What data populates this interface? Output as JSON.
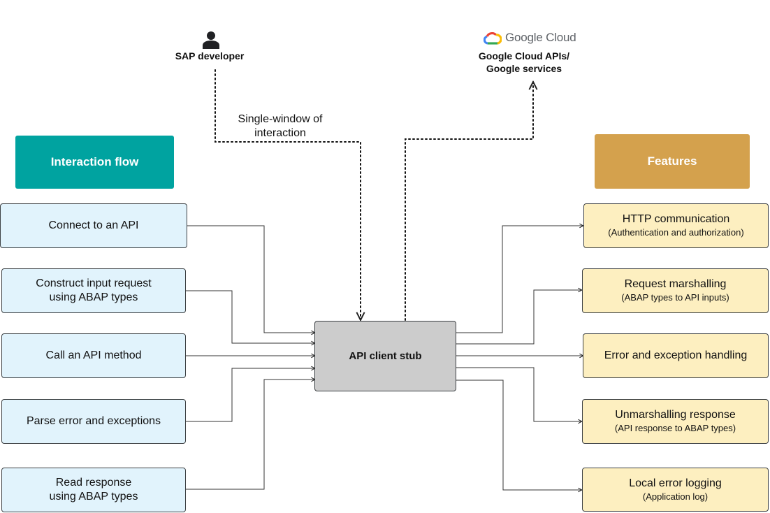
{
  "actors": {
    "developer": {
      "label": "SAP developer",
      "icon": "person-icon"
    },
    "cloud": {
      "logo_text": "Google Cloud",
      "label_line1": "Google Cloud APIs/",
      "label_line2": "Google services",
      "icon": "google-cloud-logo-icon"
    }
  },
  "interaction_note": "Single-window of\ninteraction",
  "headers": {
    "interaction_flow": "Interaction flow",
    "features": "Features"
  },
  "colors": {
    "interaction_flow_header": "#00a3a0",
    "features_header": "#d4a14d",
    "flow_box_fill": "#e1f3fc",
    "feature_box_fill": "#fdefc0",
    "stub_fill": "#cccccc"
  },
  "hub": {
    "label": "API client stub"
  },
  "interaction_flow": [
    {
      "label": "Connect to an API"
    },
    {
      "label": "Construct input request\nusing ABAP types"
    },
    {
      "label": "Call an API method"
    },
    {
      "label": "Parse error and exceptions"
    },
    {
      "label": "Read response\nusing ABAP types"
    }
  ],
  "features": [
    {
      "label": "HTTP communication",
      "sub": "(Authentication and authorization)"
    },
    {
      "label": "Request marshalling",
      "sub": "(ABAP types to API inputs)"
    },
    {
      "label": "Error and exception handling",
      "sub": ""
    },
    {
      "label": "Unmarshalling response",
      "sub": "(API response to ABAP types)"
    },
    {
      "label": "Local error logging",
      "sub": "(Application log)"
    }
  ]
}
